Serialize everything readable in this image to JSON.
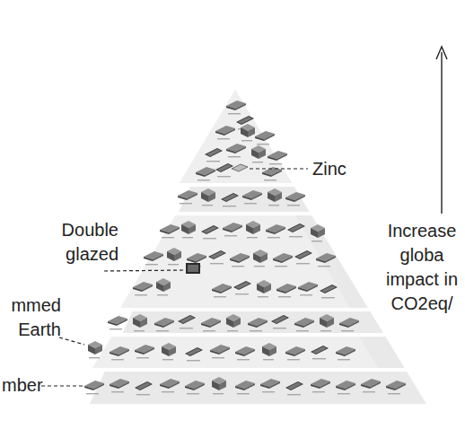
{
  "diagram": {
    "labels": [
      "Zinc",
      "Double glazed",
      "mmed Earth",
      "mber",
      "Increase globa impact in CO2eq/"
    ]
  }
}
